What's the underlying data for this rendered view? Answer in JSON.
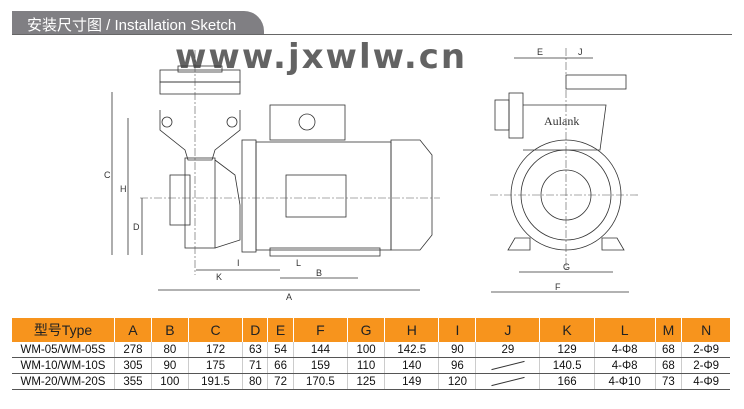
{
  "header": {
    "title": "安装尺寸图 / Installation Sketch"
  },
  "drawing": {
    "side_labels": {
      "C": "C",
      "H": "H",
      "D": "D",
      "K": "K",
      "I": "I",
      "L": "L",
      "B": "B",
      "A": "A"
    },
    "front_labels": {
      "E": "E",
      "J": "J",
      "G": "G",
      "F": "F"
    },
    "brand": "Aulank"
  },
  "table": {
    "headers": [
      "型号Type",
      "A",
      "B",
      "C",
      "D",
      "E",
      "F",
      "G",
      "H",
      "I",
      "J",
      "K",
      "L",
      "M",
      "N"
    ],
    "rows": [
      [
        "WM-05/WM-05S",
        "278",
        "80",
        "172",
        "63",
        "54",
        "144",
        "100",
        "142.5",
        "90",
        "29",
        "129",
        "4-Φ8",
        "68",
        "2-Φ9"
      ],
      [
        "WM-10/WM-10S",
        "305",
        "90",
        "175",
        "71",
        "66",
        "159",
        "110",
        "140",
        "96",
        "",
        "140.5",
        "4-Φ8",
        "68",
        "2-Φ9"
      ],
      [
        "WM-20/WM-20S",
        "355",
        "100",
        "191.5",
        "80",
        "72",
        "170.5",
        "125",
        "149",
        "120",
        "",
        "166",
        "4-Φ10",
        "73",
        "4-Φ9"
      ]
    ]
  },
  "watermark": "www.jxwlw.cn"
}
